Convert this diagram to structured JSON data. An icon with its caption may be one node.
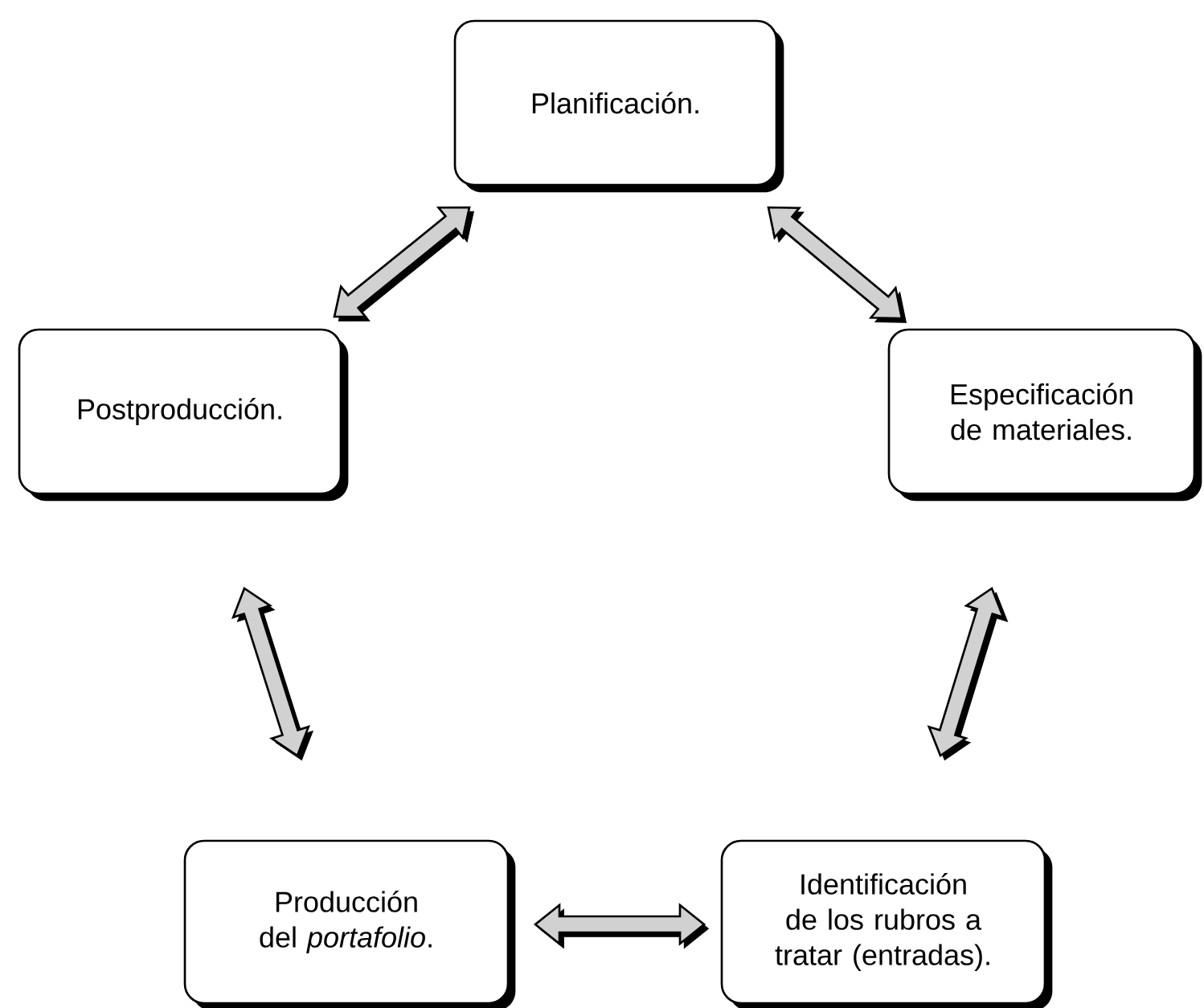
{
  "diagram": {
    "nodes": [
      {
        "text": [
          "Planificación."
        ]
      },
      {
        "text": [
          "Postproducción."
        ]
      },
      {
        "text": [
          "Especificación de materiales."
        ]
      },
      {
        "text": [
          "Producción del *portafolio*."
        ]
      },
      {
        "text": [
          "Identificación de los rubros a tratar (entradas)."
        ]
      }
    ],
    "edges": [
      {
        "from": 1,
        "to": 0,
        "arrow": "both"
      },
      {
        "from": 0,
        "to": 2,
        "arrow": "both"
      },
      {
        "from": 1,
        "to": 3,
        "arrow": "both"
      },
      {
        "from": 2,
        "to": 4,
        "arrow": "both"
      },
      {
        "from": 3,
        "to": 4,
        "arrow": "both"
      }
    ]
  }
}
